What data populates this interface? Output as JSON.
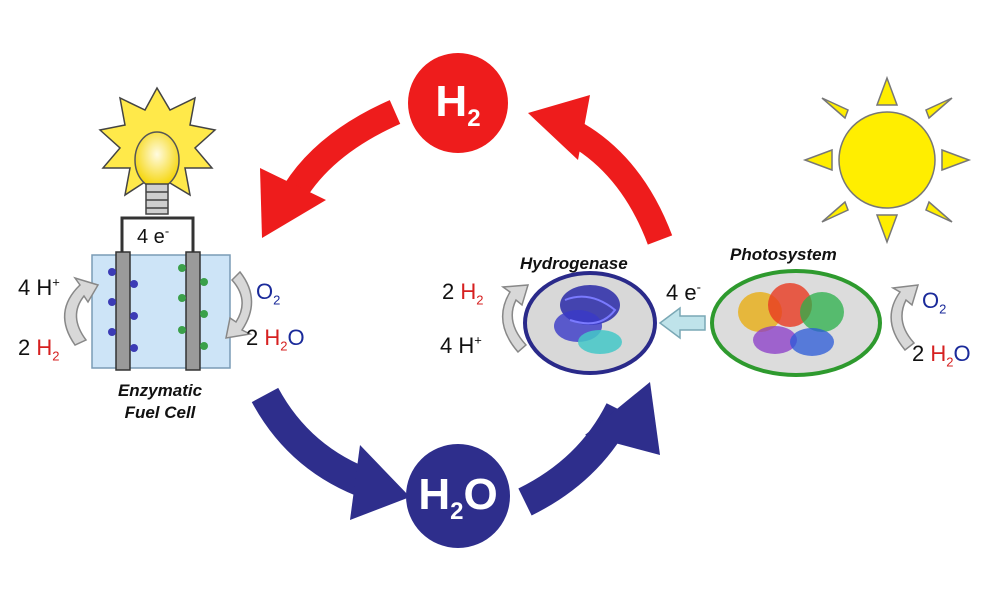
{
  "cycle": {
    "h2_circle": {
      "base": "H",
      "sub": "2",
      "color": "#ee1c1c"
    },
    "h2o_circle": {
      "base": "H",
      "sub": "2",
      "tail": "O",
      "color": "#2e2e8c"
    }
  },
  "fuel_cell": {
    "caption_line1": "Enzymatic",
    "caption_line2": "Fuel Cell",
    "electrons": {
      "text": "4 e",
      "sup": "-"
    },
    "left_top": {
      "coef": "4 H",
      "sup": "+"
    },
    "left_bottom": {
      "coef": "2 ",
      "species": "H",
      "sub": "2"
    },
    "right_top": {
      "species": "O",
      "sub": "2"
    },
    "right_bottom": {
      "coef": "2 ",
      "species": "H",
      "sub": "2",
      "tail": "O"
    }
  },
  "hydrogenase": {
    "title": "Hydrogenase",
    "left_top": {
      "coef": "2 ",
      "species": "H",
      "sub": "2"
    },
    "left_bottom": {
      "coef": "4 H",
      "sup": "+"
    },
    "electrons": {
      "text": "4 e",
      "sup": "-"
    }
  },
  "photosystem": {
    "title": "Photosystem",
    "right_top": {
      "species": "O",
      "sub": "2"
    },
    "right_bottom": {
      "coef": "2 ",
      "species": "H",
      "sub": "2",
      "tail": "O"
    }
  },
  "icons": [
    "light-bulb-icon",
    "sun-icon",
    "hydrogenase-protein-icon",
    "photosystem-protein-icon"
  ],
  "colors": {
    "red_arrow": "#ee1c1c",
    "blue_arrow": "#2e2e8c",
    "ellipse_blue": "#2a2a8a",
    "ellipse_green": "#2e9a2e",
    "sun": "#ffee00"
  }
}
